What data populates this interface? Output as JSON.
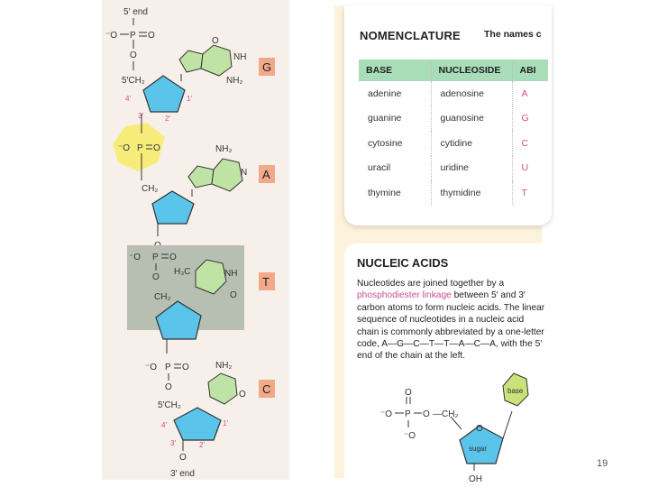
{
  "dna_strand": {
    "five_prime_label": "5′ end",
    "three_prime_label": "3′ end",
    "bases": [
      {
        "letter": "G",
        "nucleobase": "guanine"
      },
      {
        "letter": "A",
        "nucleobase": "adenine"
      },
      {
        "letter": "T",
        "nucleobase": "thymine"
      },
      {
        "letter": "C",
        "nucleobase": "cytosine"
      }
    ],
    "atom_labels": {
      "o_minus": "⁻O",
      "p": "P",
      "o": "O",
      "nh": "NH",
      "nh2": "NH₂",
      "n": "N",
      "ch2": "CH₂",
      "h3c": "H₃C",
      "five_prime_ch2": "5′CH₂",
      "c4": "4′",
      "c3": "3′",
      "c2": "2′",
      "c1": "1′"
    },
    "colors": {
      "sugar": "#5bc4ea",
      "phosphodiester": "#f7ec7a",
      "thymidine_box": "#b7bfb3",
      "letter_box": "#f2a98a",
      "base": "#bfe3a4"
    }
  },
  "nomenclature": {
    "title": "NOMENCLATURE",
    "subtitle": "The names c",
    "columns": [
      "BASE",
      "NUCLEOSIDE",
      "ABI"
    ],
    "rows": [
      [
        "adenine",
        "adenosine",
        "A"
      ],
      [
        "guanine",
        "guanosine",
        "G"
      ],
      [
        "cytosine",
        "cytidine",
        "C"
      ],
      [
        "uracil",
        "uridine",
        "U"
      ],
      [
        "thymine",
        "thymidine",
        "T"
      ]
    ]
  },
  "nucleic_acids": {
    "title": "NUCLEIC ACIDS",
    "text_before": "Nucleotides are joined together by a ",
    "highlight": "phosphodiester linkage",
    "text_after": " between 5′ and 3′ carbon atoms to form nucleic acids. The linear sequence of nucleotides in a nucleic acid chain is commonly abbreviated by a one-letter code, A—G—C—T—T—A—C—A, with the 5′ end of the chain at the left.",
    "diagram": {
      "base_label": "base",
      "sugar_label": "sugar",
      "oh_label": "OH",
      "ch2_label": "—CH₂",
      "o_label": "O",
      "p_label": "P",
      "o_minus_label": "⁻O"
    }
  },
  "page_number": "19"
}
